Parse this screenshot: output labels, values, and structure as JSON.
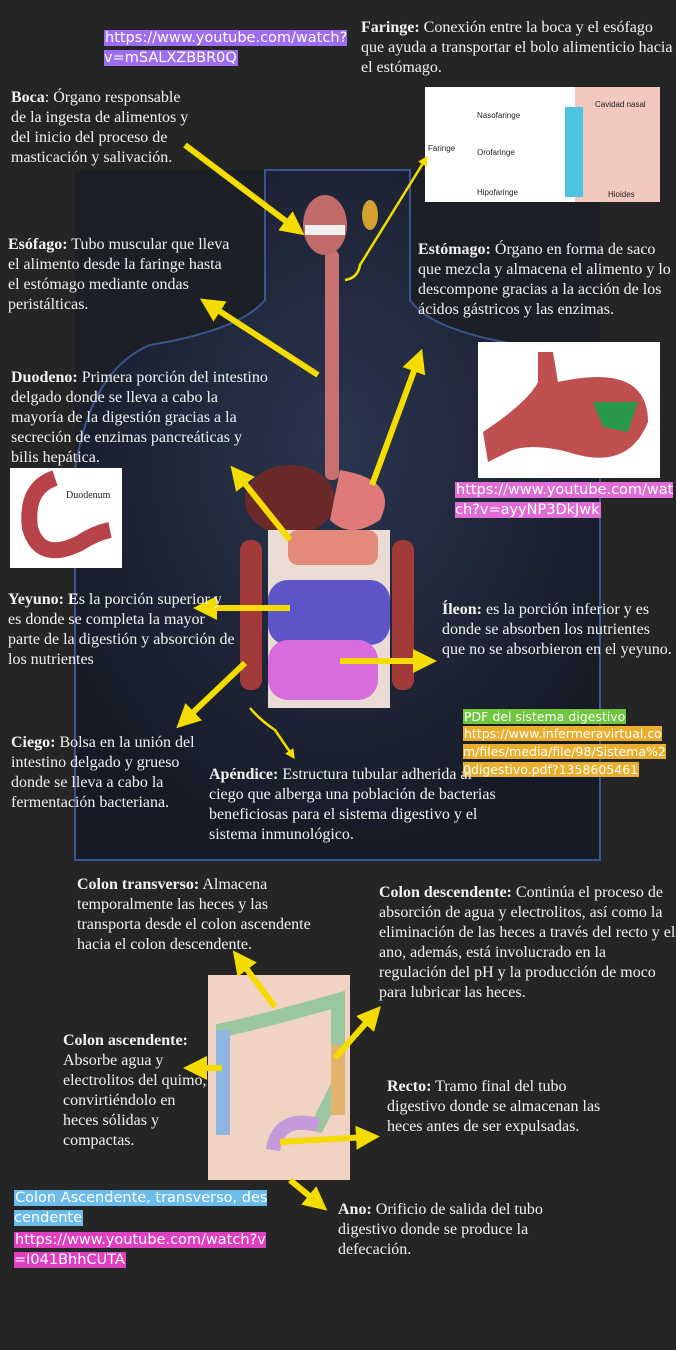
{
  "links": {
    "faringe_video": "https://www.youtube.com/watch?v=mSALXZBBR0Q",
    "estomago_video": "https://www.youtube.com/watch?v=ayyNP3DkJwk",
    "pdf_label": "PDF del sistema digestivo",
    "pdf_url": "https://www.infermeravirtual.com/files/media/file/98/Sistema%20digestivo.pdf?1358605461",
    "colon_label": "Colon Ascendente, transverso, descendente",
    "colon_video": "https://www.youtube.com/watch?v=I041BhhCUTA"
  },
  "organs": {
    "faringe": {
      "title": "Faringe:",
      "text": " Conexión entre la boca y el esófago que ayuda a transportar el bolo alimenticio hacia el estómago."
    },
    "boca": {
      "title": "Boca",
      "text": ": Órgano responsable de la ingesta de alimentos y del inicio del proceso de masticación y salivación."
    },
    "esofago": {
      "title": "Esófago:",
      "text": " Tubo muscular que lleva el alimento desde la faringe hasta el estómago mediante ondas peristálticas."
    },
    "estomago": {
      "title": "Estómago:",
      "text": " Órgano en forma de saco que mezcla y almacena el alimento y lo descompone gracias a la acción de los ácidos gástricos y las enzimas."
    },
    "duodeno": {
      "title": "Duodeno:",
      "text": " Primera porción del intestino delgado donde se lleva a cabo la mayoría de la digestión gracias a la secreción de enzimas pancreáticas y bilis hepática."
    },
    "yeyuno": {
      "title": "Yeyuno: E",
      "text": "s la porción superior y es donde se completa la mayor parte de la digestión y absorción de los nutrientes"
    },
    "ileon": {
      "title": "Íleon:",
      "text": " es la porción inferior y es donde se absorben los nutrientes que no se absorbieron en el yeyuno."
    },
    "ciego": {
      "title": "Ciego:",
      "text": " Bolsa en la unión del intestino delgado y grueso donde se lleva a cabo la fermentación bacteriana."
    },
    "apendice": {
      "title": "Apéndice:",
      "text": " Estructura tubular adherida al ciego que alberga una población de bacterias beneficiosas para el sistema digestivo y el sistema inmunológico."
    },
    "colon_transverso": {
      "title": "Colon transverso:",
      "text": " Almacena temporalmente las heces y las transporta desde el colon ascendente hacia el colon descendente."
    },
    "colon_descendente": {
      "title": "Colon descendente:",
      "text": " Continúa el proceso de absorción de agua y electrolitos, así como la eliminación de las heces a través del recto y el ano, además,  está involucrado en la regulación del pH y la producción de moco para lubricar las heces."
    },
    "colon_ascendente": {
      "title": "Colon ascendente:",
      "text": " Absorbe agua y electrolitos del quimo, convirtiéndolo en heces sólidas y compactas."
    },
    "recto": {
      "title": "Recto:",
      "text": " Tramo final del tubo digestivo donde se almacenan las heces antes de ser expulsadas."
    },
    "ano": {
      "title": "Ano:",
      "text": " Orificio de salida del tubo digestivo donde se produce la defecación."
    }
  },
  "image_labels": {
    "faringe": "Faringe",
    "nasofaringe": "Nasofaringe",
    "orofaringe": "Orofaringe",
    "hipofaringe": "Hipofaringe",
    "cavidad_nasal": "Cavidad nasal",
    "hioides": "Hioides",
    "duodenum": "Duodenum"
  },
  "colors": {
    "arrow": "#f5dc00",
    "background": "#252525"
  }
}
